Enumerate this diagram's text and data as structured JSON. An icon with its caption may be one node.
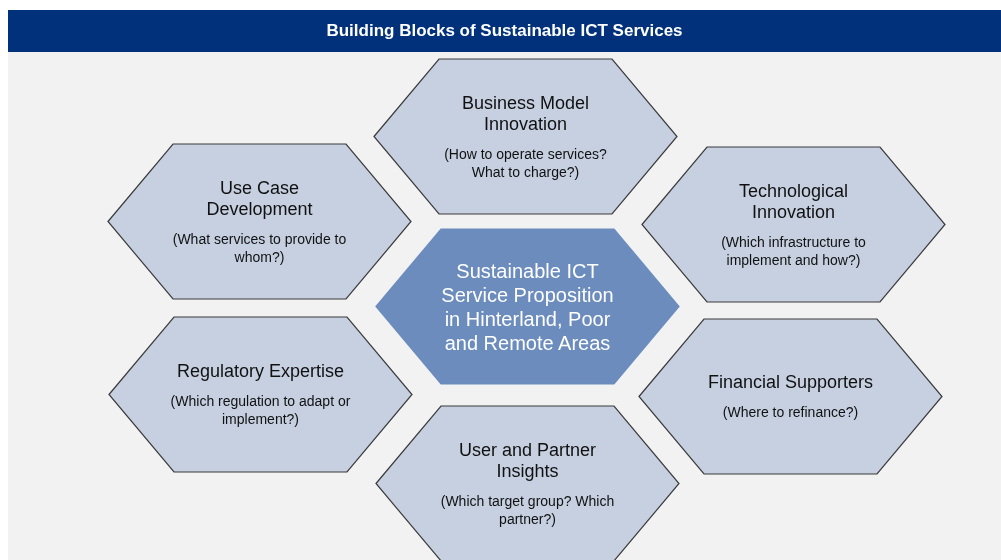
{
  "diagram": {
    "title": "Building Blocks of Sustainable ICT Services",
    "nodes": [
      {
        "text": [
          "Business Model Innovation",
          "(How to operate services? What to charge?)"
        ]
      },
      {
        "text": [
          "Use Case Development",
          "(What services to provide to whom?)"
        ]
      },
      {
        "text": [
          "Technological Innovation",
          "(Which infrastructure to implement and how?)"
        ]
      },
      {
        "text": [
          "Sustainable ICT Service Proposition in Hinterland, Poor and Remote Areas"
        ]
      },
      {
        "text": [
          "Regulatory Expertise",
          "(Which regulation to adapt or implement?)"
        ]
      },
      {
        "text": [
          "Financial Supporters",
          "(Where to refinance?)"
        ]
      },
      {
        "text": [
          "User and Partner Insights",
          "(Which target group? Which partner?)"
        ]
      }
    ],
    "edges": []
  }
}
